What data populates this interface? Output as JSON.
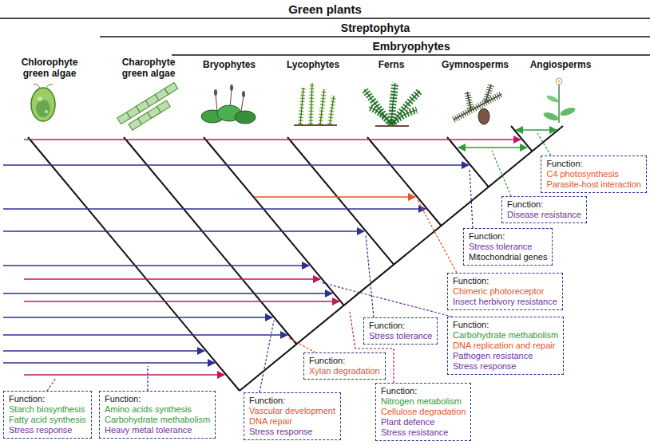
{
  "diagram": {
    "nodes": [
      {
        "text": [
          "Function:",
          "C4 photosynthesis",
          "Parasite-host interaction"
        ]
      },
      {
        "text": [
          "Function:",
          "Disease resistance"
        ]
      },
      {
        "text": [
          "Function:",
          "Stress tolerance",
          "Mitochondrial genes"
        ]
      },
      {
        "text": [
          "Function:",
          "Chimeric photoreceptor",
          "Insect herbivory resistance"
        ]
      },
      {
        "text": [
          "Function:",
          "Stress tolerance"
        ]
      },
      {
        "text": [
          "Function:",
          "Carbohydrate methabolism",
          "DNA replication and repair",
          "Pathogen resistance",
          "Stress response"
        ]
      },
      {
        "text": [
          "Function:",
          "Xylan degradation"
        ]
      },
      {
        "text": [
          "Function:",
          "Nitrogen metabolism",
          "Cellulose degradation",
          "Plant defence",
          "Stress resistance"
        ]
      },
      {
        "text": [
          "Function:",
          "Starch biosynthesis",
          "Fatty acid synthesis",
          "Stress response"
        ]
      },
      {
        "text": [
          "Function:",
          "Amino acids synthesis",
          "Carbohydrate methabolism",
          "Heavy metal tolerance"
        ]
      },
      {
        "text": [
          "Function:",
          "Vascular development",
          "DNA repair",
          "Stress response"
        ]
      }
    ],
    "labels": [
      "Green plants",
      "Streptophyta",
      "Embryophytes",
      "Chlorophyte green algae",
      "Charophyte green algae",
      "Bryophytes",
      "Lycophytes",
      "Ferns",
      "Gymnosperms",
      "Angiosperms"
    ]
  }
}
